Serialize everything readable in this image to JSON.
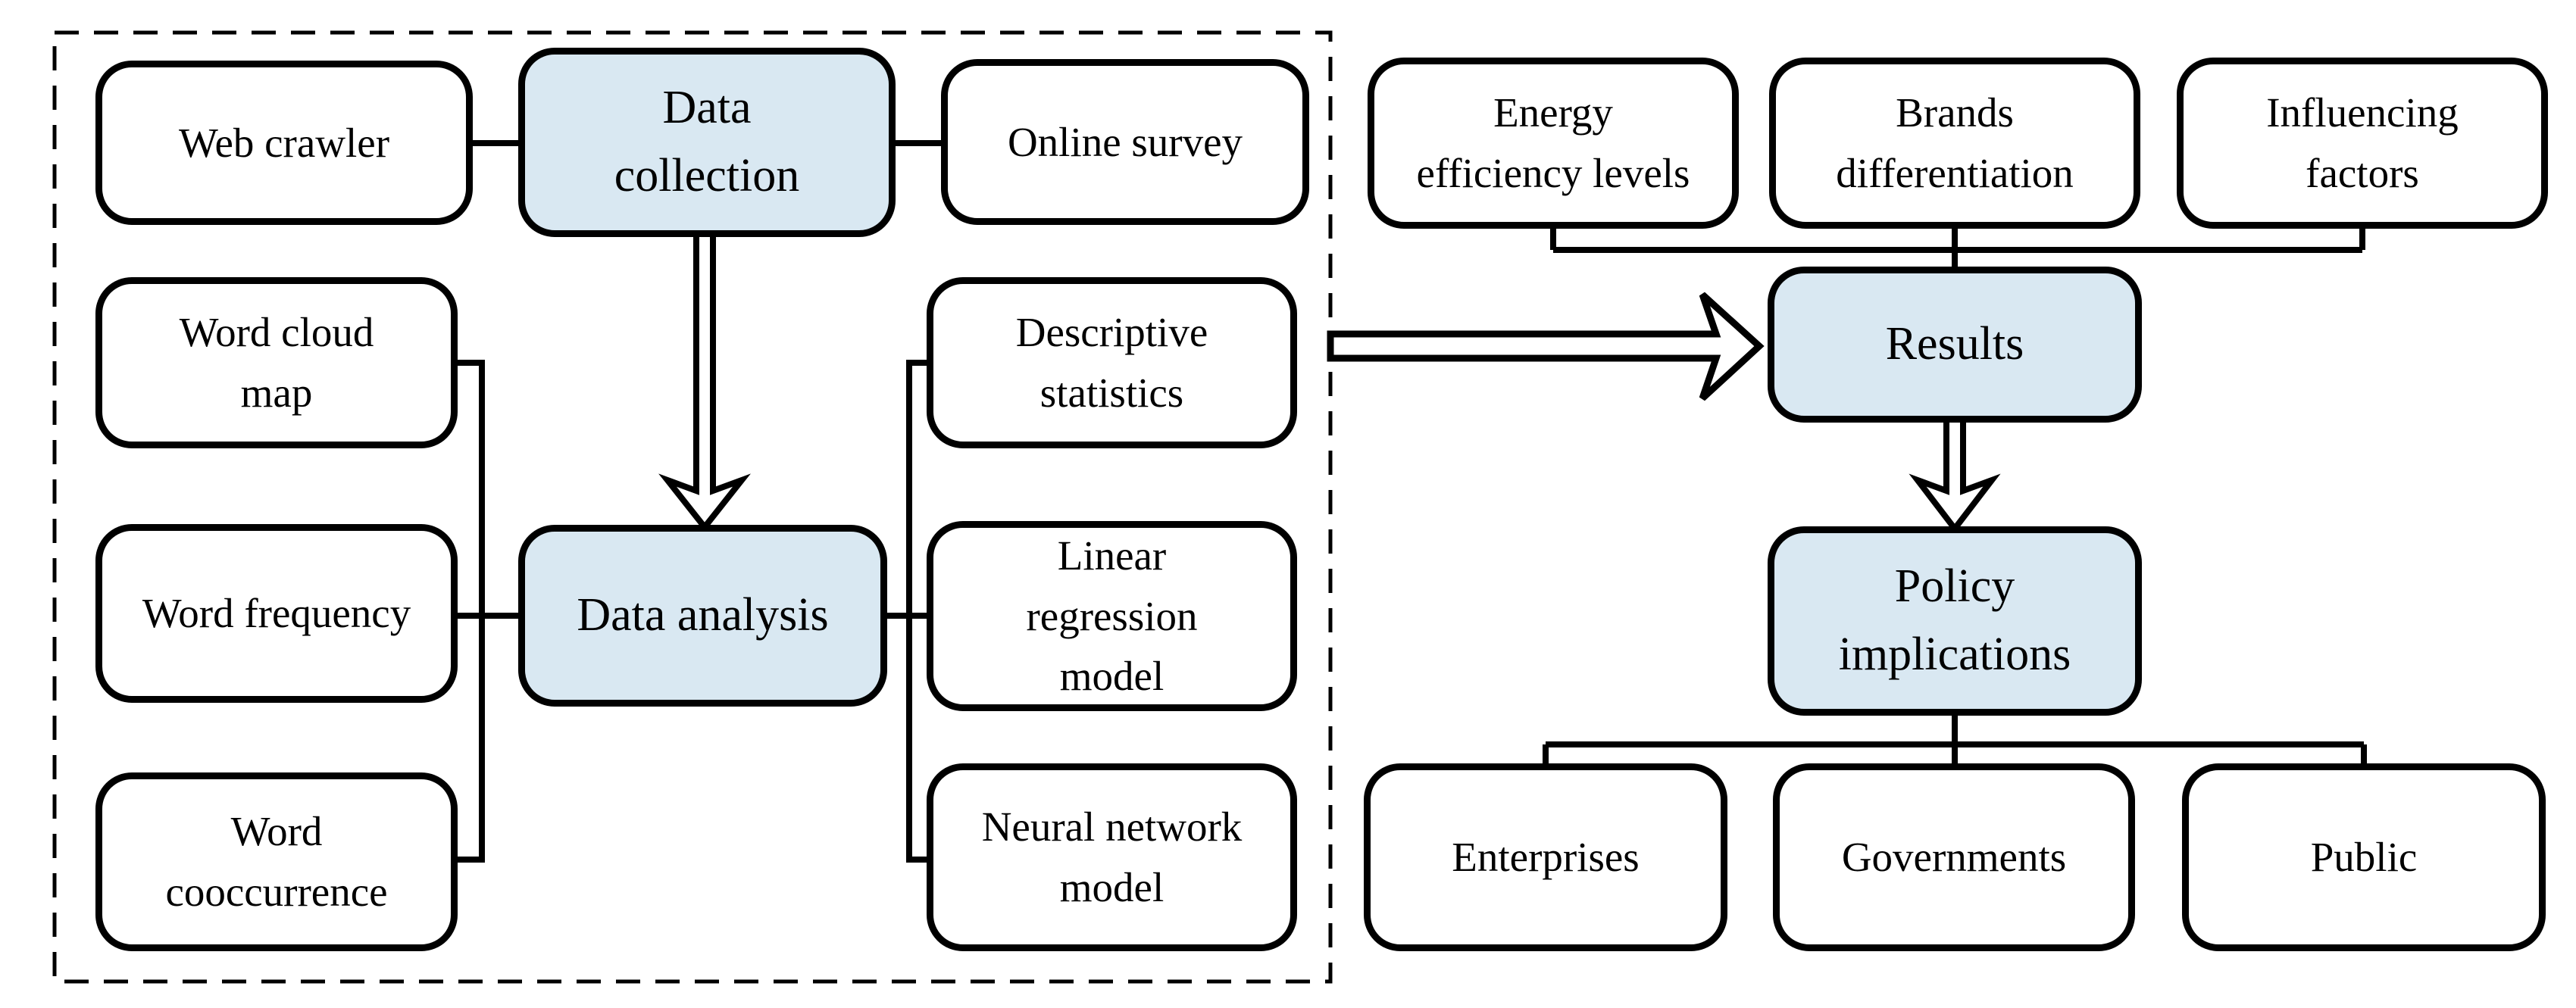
{
  "diagram": {
    "colors": {
      "background": "#ffffff",
      "node_stroke": "#000000",
      "node_fill_default": "#ffffff",
      "node_fill_highlight": "#d9e8f2",
      "text": "#000000"
    },
    "left_panel": {
      "border_style": "dashed",
      "contains": [
        "web_crawler",
        "data_collection",
        "online_survey",
        "word_cloud_map",
        "word_frequency",
        "word_cooccurrence",
        "data_analysis",
        "descriptive_statistics",
        "linear_regression_model",
        "neural_network_model"
      ]
    },
    "nodes": {
      "web_crawler": {
        "label": "Web crawler",
        "highlighted": false
      },
      "data_collection": {
        "label": "Data\ncollection",
        "highlighted": true
      },
      "online_survey": {
        "label": "Online survey",
        "highlighted": false
      },
      "word_cloud_map": {
        "label": "Word cloud\nmap",
        "highlighted": false
      },
      "word_frequency": {
        "label": "Word frequency",
        "highlighted": false
      },
      "word_cooccurrence": {
        "label": "Word\ncooccurrence",
        "highlighted": false
      },
      "data_analysis": {
        "label": "Data analysis",
        "highlighted": true
      },
      "descriptive_statistics": {
        "label": "Descriptive\nstatistics",
        "highlighted": false
      },
      "linear_regression_model": {
        "label": "Linear\nregression\nmodel",
        "highlighted": false
      },
      "neural_network_model": {
        "label": "Neural network\nmodel",
        "highlighted": false
      },
      "energy_efficiency_levels": {
        "label": "Energy\nefficiency levels",
        "highlighted": false
      },
      "brands_differentiation": {
        "label": "Brands\ndifferentiation",
        "highlighted": false
      },
      "influencing_factors": {
        "label": "Influencing\nfactors",
        "highlighted": false
      },
      "results": {
        "label": "Results",
        "highlighted": true
      },
      "policy_implications": {
        "label": "Policy\nimplications",
        "highlighted": true
      },
      "enterprises": {
        "label": "Enterprises",
        "highlighted": false
      },
      "governments": {
        "label": "Governments",
        "highlighted": false
      },
      "public": {
        "label": "Public",
        "highlighted": false
      }
    },
    "edges": [
      {
        "from": "web_crawler",
        "to": "data_collection",
        "style": "line"
      },
      {
        "from": "data_collection",
        "to": "online_survey",
        "style": "line"
      },
      {
        "from": "data_collection",
        "to": "data_analysis",
        "style": "open-arrow"
      },
      {
        "from": "word_cloud_map",
        "to": "data_analysis",
        "style": "bracket-line"
      },
      {
        "from": "word_frequency",
        "to": "data_analysis",
        "style": "bracket-line"
      },
      {
        "from": "word_cooccurrence",
        "to": "data_analysis",
        "style": "bracket-line"
      },
      {
        "from": "data_analysis",
        "to": "descriptive_statistics",
        "style": "bracket-line"
      },
      {
        "from": "data_analysis",
        "to": "linear_regression_model",
        "style": "bracket-line"
      },
      {
        "from": "data_analysis",
        "to": "neural_network_model",
        "style": "bracket-line"
      },
      {
        "from": "descriptive_statistics",
        "to": "results",
        "style": "open-arrow"
      },
      {
        "from": "energy_efficiency_levels",
        "to": "results",
        "style": "bracket-line"
      },
      {
        "from": "brands_differentiation",
        "to": "results",
        "style": "bracket-line"
      },
      {
        "from": "influencing_factors",
        "to": "results",
        "style": "bracket-line"
      },
      {
        "from": "results",
        "to": "policy_implications",
        "style": "open-arrow"
      },
      {
        "from": "policy_implications",
        "to": "enterprises",
        "style": "bracket-line"
      },
      {
        "from": "policy_implications",
        "to": "governments",
        "style": "bracket-line"
      },
      {
        "from": "policy_implications",
        "to": "public",
        "style": "bracket-line"
      }
    ]
  }
}
